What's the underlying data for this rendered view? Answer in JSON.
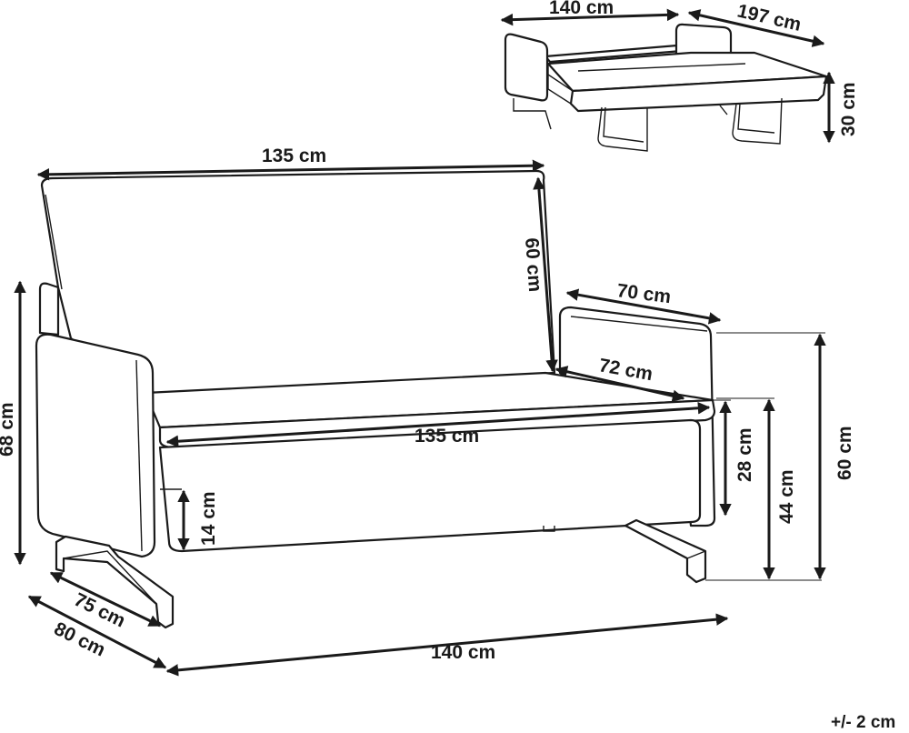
{
  "dimensions": {
    "bed_width": "140 cm",
    "bed_length": "197 cm",
    "mattress_height": "30 cm",
    "backrest_width": "135 cm",
    "backrest_height": "60 cm",
    "armrest_length": "70 cm",
    "seat_depth": "72 cm",
    "seat_width": "135 cm",
    "overall_height": "68 cm",
    "seat_height_front": "28 cm",
    "seat_height": "44 cm",
    "arm_height": "60 cm",
    "base_height": "14 cm",
    "depth_inner": "75 cm",
    "depth_overall": "80 cm",
    "overall_width": "140 cm"
  },
  "tolerance": "+/- 2 cm"
}
